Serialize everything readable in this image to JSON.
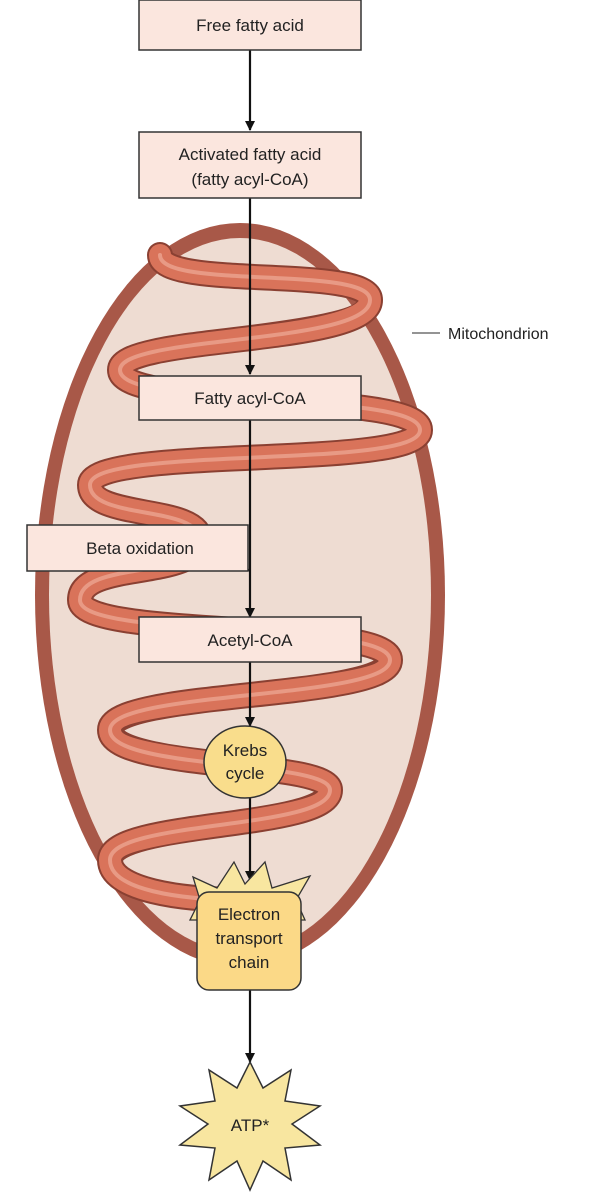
{
  "boxes": {
    "free_fatty_acid": "Free fatty acid",
    "activated_line1": "Activated fatty acid",
    "activated_line2": "(fatty acyl-CoA)",
    "fatty_acyl_coa": "Fatty acyl-CoA",
    "beta_oxidation": "Beta oxidation",
    "acetyl_coa": "Acetyl-CoA"
  },
  "krebs": {
    "line1": "Krebs",
    "line2": "cycle"
  },
  "etc": {
    "line1": "Electron",
    "line2": "transport",
    "line3": "chain"
  },
  "atp": "ATP*",
  "mito_label": "Mitochondrion",
  "colors": {
    "outer_membrane": "#a85848",
    "matrix": "#eedcd2",
    "cristae": "#d9735a",
    "box_fill": "#fbe6de",
    "krebs_fill": "#f9dd8c",
    "etc_fill": "#fbd987",
    "atp_fill": "#f8e6a0"
  }
}
